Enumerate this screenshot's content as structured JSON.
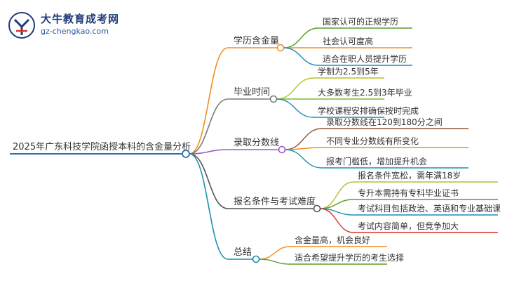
{
  "brand": {
    "title": "大牛教育成考网",
    "url": "gz-chengkao.com",
    "badge_icon": "niu-seal-icon"
  },
  "mindmap": {
    "root": "2025年广东科技学院函授本科的含金量分析",
    "branches": [
      {
        "label": "学历含金量",
        "color": "#f28e1c",
        "children": [
          {
            "label": "国家认可的正规学历",
            "color": "#5a9f2a"
          },
          {
            "label": "社会认可度高",
            "color": "#f28e1c"
          },
          {
            "label": "适合在职人员提升学历",
            "color": "#1b8fb0"
          }
        ]
      },
      {
        "label": "毕业时间",
        "color": "#7a7a7a",
        "children": [
          {
            "label": "学制为2.5到5年",
            "color": "#b6c229"
          },
          {
            "label": "大多数考生2.5到3年毕业",
            "color": "#79b83a"
          },
          {
            "label": "学校课程安排确保按时完成",
            "color": "#1b8fb0"
          }
        ]
      },
      {
        "label": "录取分数线",
        "color": "#9b59c9",
        "children": [
          {
            "label": "录取分数线在120到180分之间",
            "color": "#8b5a3c"
          },
          {
            "label": "不同专业分数线有所变化",
            "color": "#f28e1c"
          },
          {
            "label": "报考门槛低，增加提升机会",
            "color": "#1b8fb0"
          }
        ]
      },
      {
        "label": "报名条件与考试难度",
        "color": "#555555",
        "children": [
          {
            "label": "报名条件宽松，需年满18岁",
            "color": "#b6c229"
          },
          {
            "label": "专升本需持有专科毕业证书",
            "color": "#5a9f2a"
          },
          {
            "label": "考试科目包括政治、英语和专业基础课",
            "color": "#1b8fb0"
          },
          {
            "label": "考试内容简单，但竞争加大",
            "color": "#d9342b"
          }
        ]
      },
      {
        "label": "总结",
        "color": "#1b8fb0",
        "children": [
          {
            "label": "含金量高，机会良好",
            "color": "#f28e1c"
          },
          {
            "label": "适合希望提升学历的考生选择",
            "color": "#5a9f2a"
          }
        ]
      }
    ]
  }
}
